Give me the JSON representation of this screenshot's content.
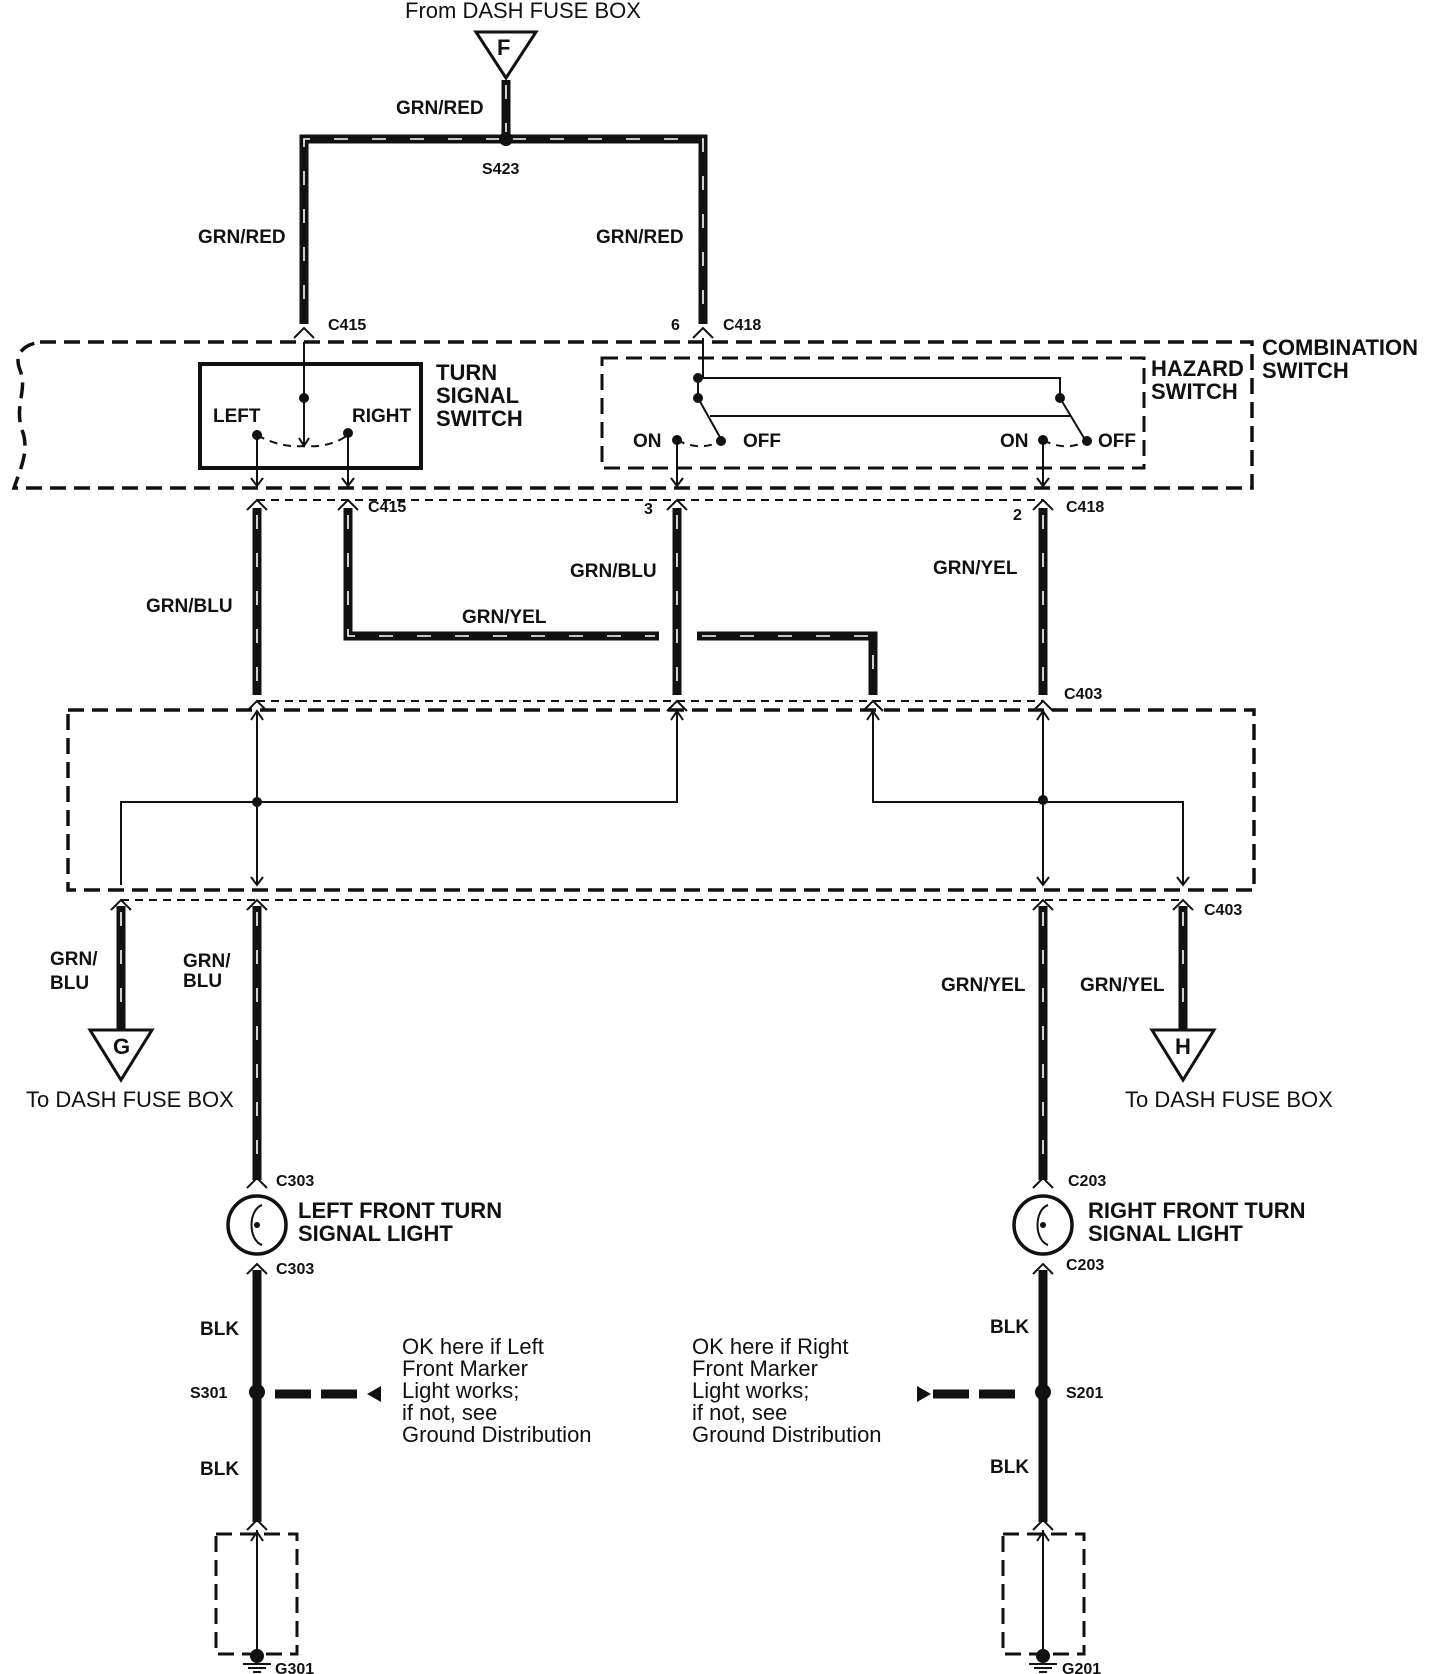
{
  "source": {
    "label": "From DASH FUSE BOX",
    "connector": "F"
  },
  "splices": {
    "top": "S423",
    "left_ground": "S301",
    "right_ground": "S201"
  },
  "wires": {
    "feed": "GRN/RED",
    "feed_left": "GRN/RED",
    "feed_right": "GRN/RED",
    "turn_left_out": "GRN/BLU",
    "turn_right_out": "GRN/YEL",
    "hazard_left_out": "GRN/BLU",
    "hazard_right_out": "GRN/YEL",
    "to_g_line1": "GRN/",
    "to_g_line2": "BLU",
    "to_left_lamp_line1": "GRN/",
    "to_left_lamp_line2": "BLU",
    "to_right_lamp": "GRN/YEL",
    "to_h": "GRN/YEL",
    "left_ground_upper": "BLK",
    "left_ground_lower": "BLK",
    "right_ground_upper": "BLK",
    "right_ground_lower": "BLK"
  },
  "connectors": {
    "c415_top": "C415",
    "c415_bottom": "C415",
    "c418_top": "C418",
    "c418_bottom": "C418",
    "c418_pin_top": "6",
    "c418_pin_left": "3",
    "c418_pin_right": "2",
    "c403_top": "C403",
    "c403_bottom": "C403",
    "c303_top": "C303",
    "c303_bottom": "C303",
    "c203_top": "C203",
    "c203_bottom": "C203"
  },
  "components": {
    "combination_switch_line1": "COMBINATION",
    "combination_switch_line2": "SWITCH",
    "turn_signal_switch_line1": "TURN",
    "turn_signal_switch_line2": "SIGNAL",
    "turn_signal_switch_line3": "SWITCH",
    "turn_left": "LEFT",
    "turn_right": "RIGHT",
    "hazard_switch_line1": "HAZARD",
    "hazard_switch_line2": "SWITCH",
    "hazard_left_on": "ON",
    "hazard_left_off": "OFF",
    "hazard_right_on": "ON",
    "hazard_right_off": "OFF",
    "left_light_line1": "LEFT FRONT TURN",
    "left_light_line2": "SIGNAL LIGHT",
    "right_light_line1": "RIGHT FRONT TURN",
    "right_light_line2": "SIGNAL LIGHT"
  },
  "destinations": {
    "g_connector": "G",
    "g_label": "To DASH FUSE BOX",
    "h_connector": "H",
    "h_label": "To DASH FUSE BOX"
  },
  "grounds": {
    "left": "G301",
    "right": "G201"
  },
  "notes": {
    "left": [
      "OK here if Left",
      "Front Marker",
      "Light works;",
      "if not, see",
      "Ground Distribution"
    ],
    "right": [
      "OK here if Right",
      "Front Marker",
      "Light works;",
      "if not, see",
      "Ground Distribution"
    ]
  }
}
